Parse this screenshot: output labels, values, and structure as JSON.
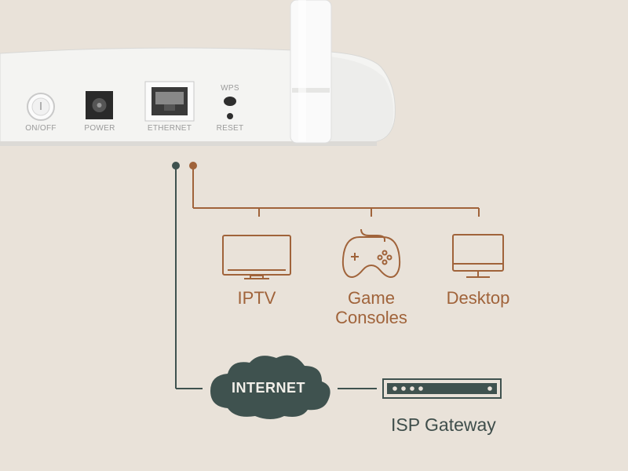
{
  "router": {
    "ports": {
      "onoff": "ON/OFF",
      "power": "POWER",
      "ethernet": "ETHERNET",
      "wps": "WPS",
      "reset": "RESET"
    }
  },
  "devices": {
    "iptv": "IPTV",
    "game": "Game\nConsoles",
    "desktop": "Desktop"
  },
  "internet": "INTERNET",
  "isp_gateway": "ISP Gateway",
  "colors": {
    "background": "#e9e2d9",
    "brown_line": "#a0633a",
    "teal_line": "#3f524f",
    "cloud": "#3f524f",
    "router_body": "#f4f4f2"
  }
}
